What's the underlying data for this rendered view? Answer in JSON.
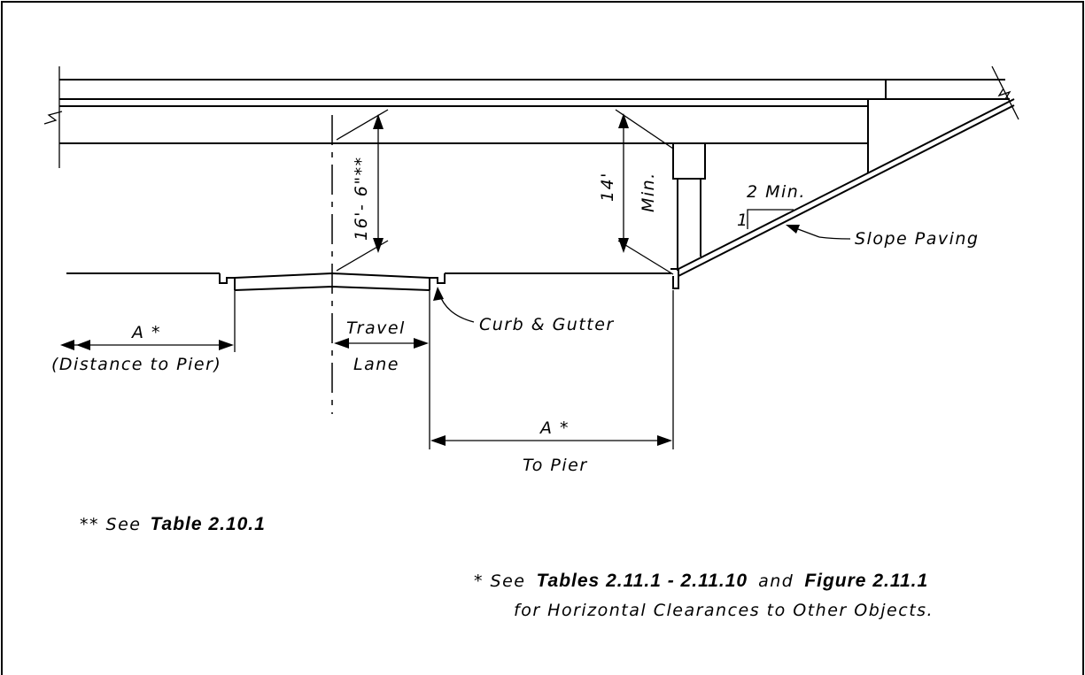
{
  "labels": {
    "vertical_clearance": "16'- 6\"**",
    "minimum_clearance_value": "14'",
    "minimum_clearance_suffix": "Min.",
    "slope_ratio_run": "2 Min.",
    "slope_ratio_rise": "1",
    "slope_paving": "Slope Paving",
    "curb_and_gutter": "Curb & Gutter",
    "travel_lane_line1": "Travel",
    "travel_lane_line2": "Lane",
    "distance_left_value": "A *",
    "distance_left_caption": "(Distance to Pier)",
    "distance_right_value": "A *",
    "distance_right_caption": "To Pier"
  },
  "notes": {
    "note1_prefix": "** See",
    "note1_ref": "Table 2.10.1",
    "note2_prefix": "* See",
    "note2_ref1": "Tables 2.11.1 - 2.11.10",
    "note2_mid": "and",
    "note2_ref2": "Figure 2.11.1",
    "note2_line2": "for Horizontal Clearances to Other Objects."
  }
}
